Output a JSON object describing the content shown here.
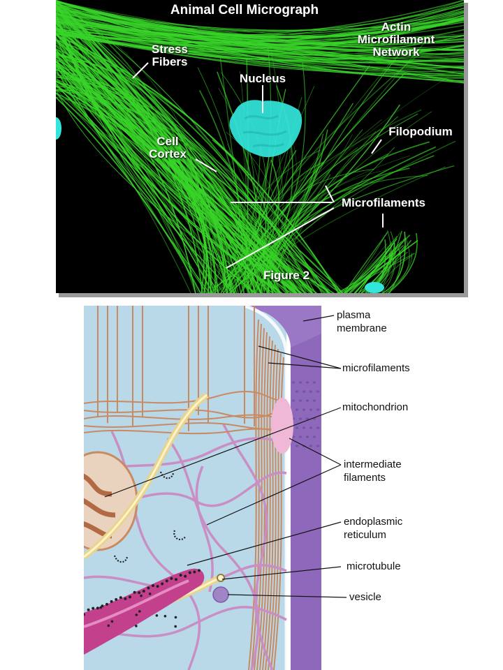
{
  "micrograph": {
    "title": "Animal Cell Micrograph",
    "labels": {
      "stress_fibers": "Stress\nFibers",
      "actin_network": "Actin\nMicrofilament\nNetwork",
      "nucleus": "Nucleus",
      "cell_cortex": "Cell\nCortex",
      "filopodium": "Filopodium",
      "microfilaments": "Microfilaments"
    },
    "figure_label": "Figure 2"
  },
  "diagram": {
    "labels": {
      "plasma_membrane": "plasma\nmembrane",
      "microfilaments": "microfilaments",
      "mitochondrion": "mitochondrion",
      "intermediate_filaments": "intermediate\nfilaments",
      "endoplasmic_reticulum": "endoplasmic\nreticulum",
      "microtubule": "microtubule",
      "vesicle": "vesicle"
    }
  },
  "colors": {
    "actin": "#39d52a",
    "nucleus": "#33e6dc",
    "cytoplasm": "#b9d8e8",
    "membrane": "#9b78c6",
    "microfilament": "#c98a62",
    "intermediate_filament": "#c98ec4",
    "er": "#c2408c"
  }
}
